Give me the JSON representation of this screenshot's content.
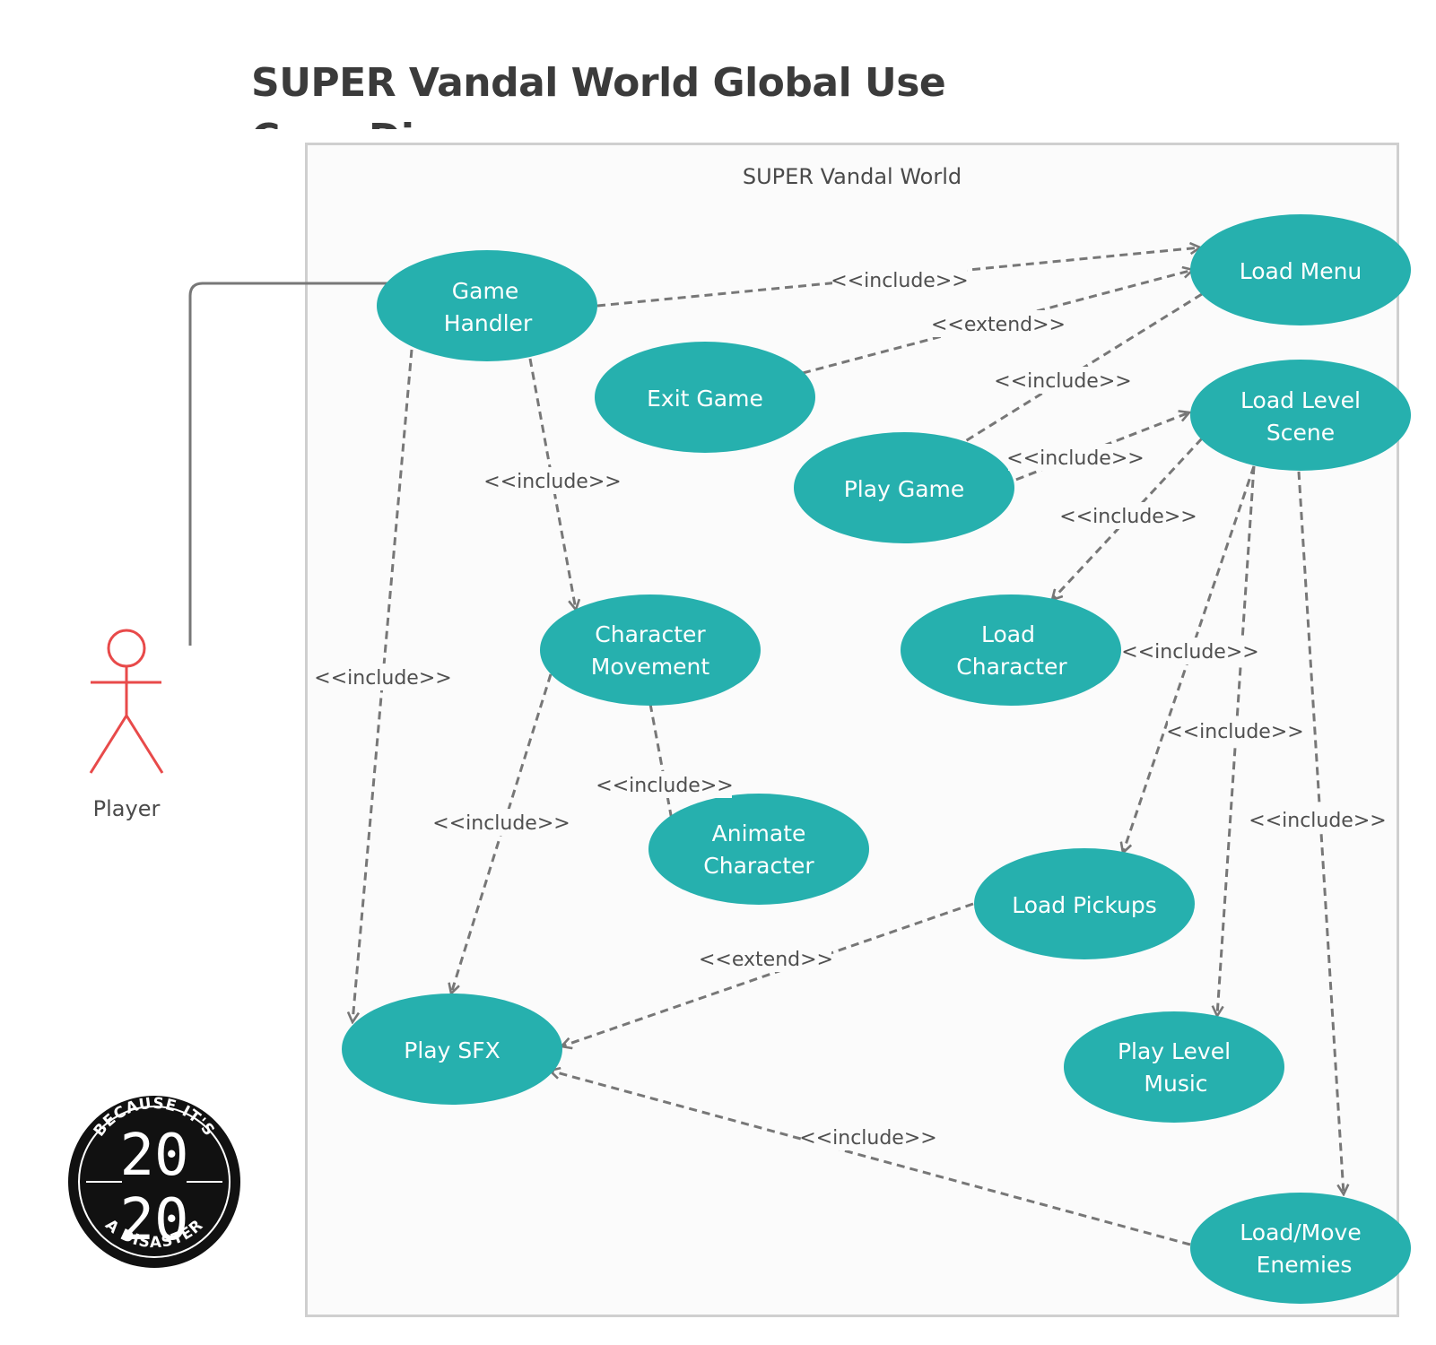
{
  "title": "SUPER Vandal World Global Use Case Diagram",
  "system": {
    "label": "SUPER Vandal World"
  },
  "actor": {
    "label": "Player",
    "color": "#e84a4a"
  },
  "colors": {
    "use_case_fill": "#26b0ae",
    "connector": "#777777"
  },
  "use_cases": {
    "game_handler": {
      "lines": [
        "Game",
        "Handler"
      ]
    },
    "load_menu": {
      "lines": [
        "Load Menu"
      ]
    },
    "exit_game": {
      "lines": [
        "Exit Game"
      ]
    },
    "play_game": {
      "lines": [
        "Play Game"
      ]
    },
    "load_level_scene": {
      "lines": [
        "Load Level",
        "Scene"
      ]
    },
    "character_movement": {
      "lines": [
        "Character",
        "Movement"
      ]
    },
    "load_character": {
      "lines": [
        "Load",
        "Character"
      ]
    },
    "animate_character": {
      "lines": [
        "Animate",
        "Character"
      ]
    },
    "load_pickups": {
      "lines": [
        "Load Pickups"
      ]
    },
    "play_sfx": {
      "lines": [
        "Play SFX"
      ]
    },
    "play_level_music": {
      "lines": [
        "Play Level",
        "Music"
      ]
    },
    "load_move_enemies": {
      "lines": [
        "Load/Move",
        "Enemies"
      ]
    }
  },
  "relations": [
    {
      "label": "<<include>>"
    },
    {
      "label": "<<extend>>"
    },
    {
      "label": "<<include>>"
    },
    {
      "label": "<<include>>"
    },
    {
      "label": "<<include>>"
    },
    {
      "label": "<<include>>"
    },
    {
      "label": "<<include>>"
    },
    {
      "label": "<<include>>"
    },
    {
      "label": "<<include>>"
    },
    {
      "label": "<<include>>"
    },
    {
      "label": "<<include>>"
    },
    {
      "label": "<<include>>"
    },
    {
      "label": "<<extend>>"
    },
    {
      "label": "<<include>>"
    }
  ],
  "badge": {
    "top_text": "BECAUSE IT'S",
    "year_top": "20",
    "year_bottom": "20",
    "bottom_text": "A DISASTER"
  }
}
